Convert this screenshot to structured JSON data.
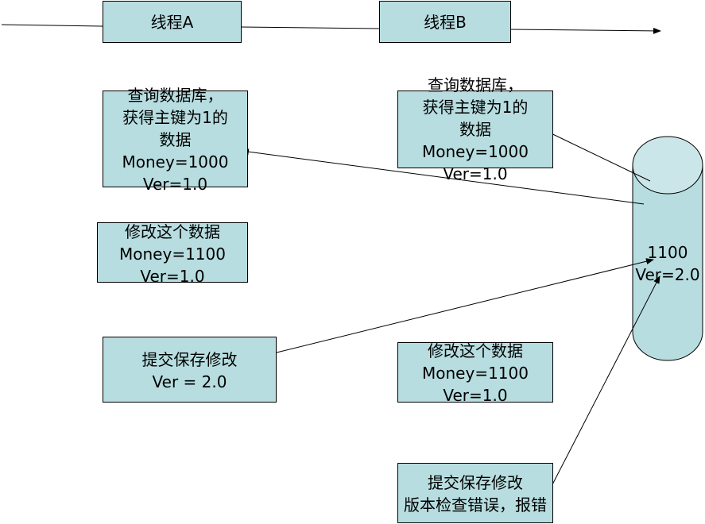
{
  "diagram": {
    "colors": {
      "box_fill": "#b7dde0",
      "stroke": "#000000"
    },
    "thread_a": {
      "title": "线程A"
    },
    "thread_b": {
      "title": "线程B"
    },
    "a_query": {
      "lines": [
        "查询数据库，",
        "获得主键为1的",
        "数据",
        "Money=1000",
        "Ver=1.0"
      ]
    },
    "a_modify": {
      "lines": [
        "修改这个数据",
        "Money=1100",
        "Ver=1.0"
      ]
    },
    "a_commit": {
      "lines": [
        "提交保存修改",
        "Ver = 2.0"
      ]
    },
    "b_query": {
      "lines": [
        "查询数据库，",
        "获得主键为1的",
        "数据",
        "Money=1000",
        "Ver=1.0"
      ]
    },
    "b_modify": {
      "lines": [
        "修改这个数据",
        "Money=1100",
        "Ver=1.0"
      ]
    },
    "b_commit": {
      "lines": [
        "提交保存修改",
        "版本检查错误，报错"
      ]
    },
    "database": {
      "lines": [
        "1100",
        "Ver=2.0"
      ]
    }
  }
}
